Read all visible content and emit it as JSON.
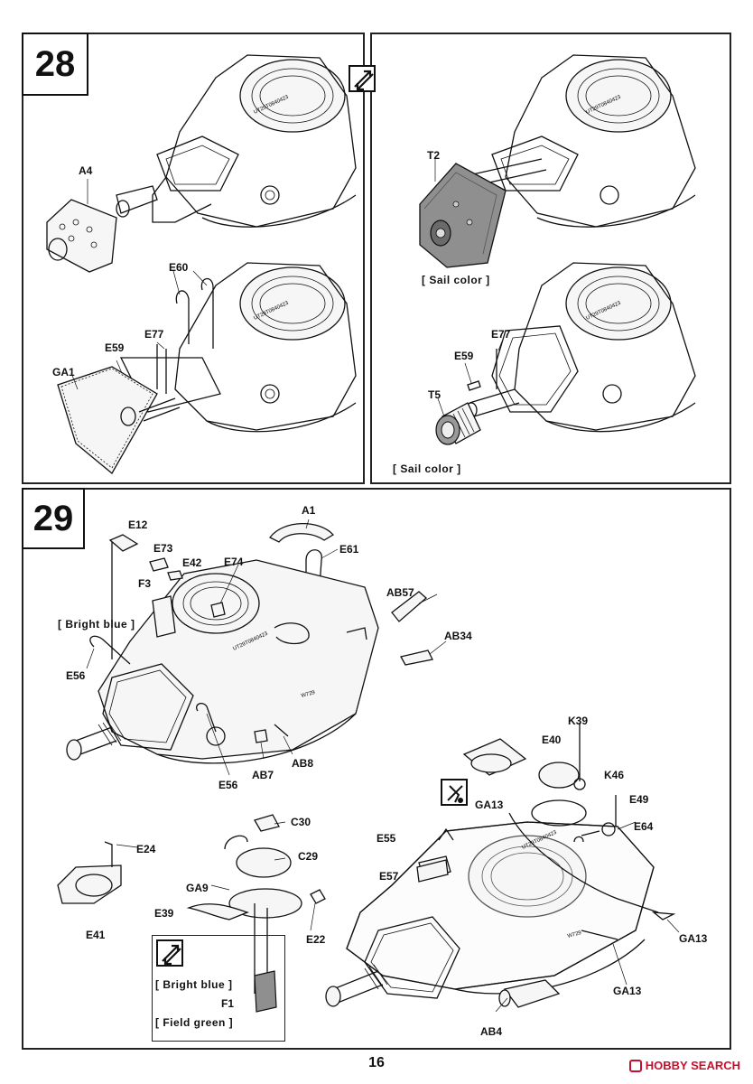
{
  "steps": {
    "s28": {
      "number": "28",
      "left_labels": {
        "a4": "A4",
        "e60": "E60",
        "e77": "E77",
        "e59": "E59",
        "ga1": "GA1"
      },
      "right_labels": {
        "t2": "T2",
        "e77": "E77",
        "e59": "E59",
        "t5": "T5"
      },
      "right_notes": {
        "sail1": "[ Sail color ]",
        "sail2": "[ Sail color ]"
      },
      "markings": {
        "top_left": "UT29T0840423",
        "top_right": "UT29T0840423",
        "mid_left": "UT29T0840423",
        "mid_right": "UT29T0840423"
      }
    },
    "s29": {
      "number": "29",
      "labels": {
        "a1": "A1",
        "e12": "E12",
        "e73": "E73",
        "e42": "E42",
        "f3": "F3",
        "e74": "E74",
        "e61": "E61",
        "ab57": "AB57",
        "ab34": "AB34",
        "e56a": "E56",
        "e56b": "E56",
        "ab7": "AB7",
        "ab8": "AB8",
        "k39": "K39",
        "e40": "E40",
        "k46": "K46",
        "e49": "E49",
        "e64": "E64",
        "ga13a": "GA13",
        "e55": "E55",
        "e57": "E57",
        "ga13b": "GA13",
        "ga13c": "GA13",
        "ab4": "AB4",
        "e24": "E24",
        "e41": "E41",
        "c30": "C30",
        "c29": "C29",
        "ga9": "GA9",
        "e39": "E39",
        "e22": "E22"
      },
      "notes": {
        "bright_blue": "[ Bright blue ]"
      },
      "legend": {
        "bright_blue": "[ Bright blue ]",
        "f1": "F1",
        "field_green": "[ Field green ]"
      },
      "markings": {
        "hull1": "UT29T0840423",
        "hull2": "UT29T0840423",
        "num1": "W729",
        "num2": "W729"
      }
    }
  },
  "footer": {
    "page_number": "16",
    "brand": "HOBBY SEARCH"
  }
}
